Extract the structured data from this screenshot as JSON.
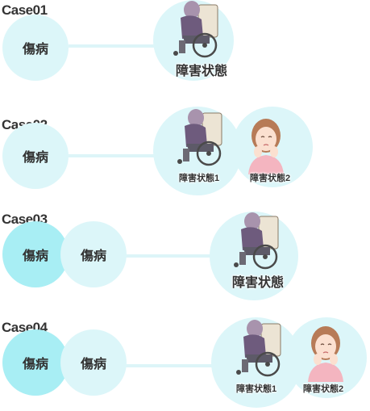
{
  "cases": [
    {
      "label": "Case01",
      "causes": [
        "傷病"
      ],
      "states": [
        "障害状態"
      ]
    },
    {
      "label": "Case02",
      "causes": [
        "傷病"
      ],
      "states": [
        "障害状態1",
        "障害状態2"
      ]
    },
    {
      "label": "Case03",
      "causes": [
        "傷病",
        "傷病"
      ],
      "states": [
        "障害状態"
      ]
    },
    {
      "label": "Case04",
      "causes": [
        "傷病",
        "傷病"
      ],
      "states": [
        "障害状態1",
        "障害状態2"
      ]
    }
  ],
  "icons": {
    "wheelchair": "wheelchair-person-icon",
    "worried": "worried-woman-icon"
  }
}
